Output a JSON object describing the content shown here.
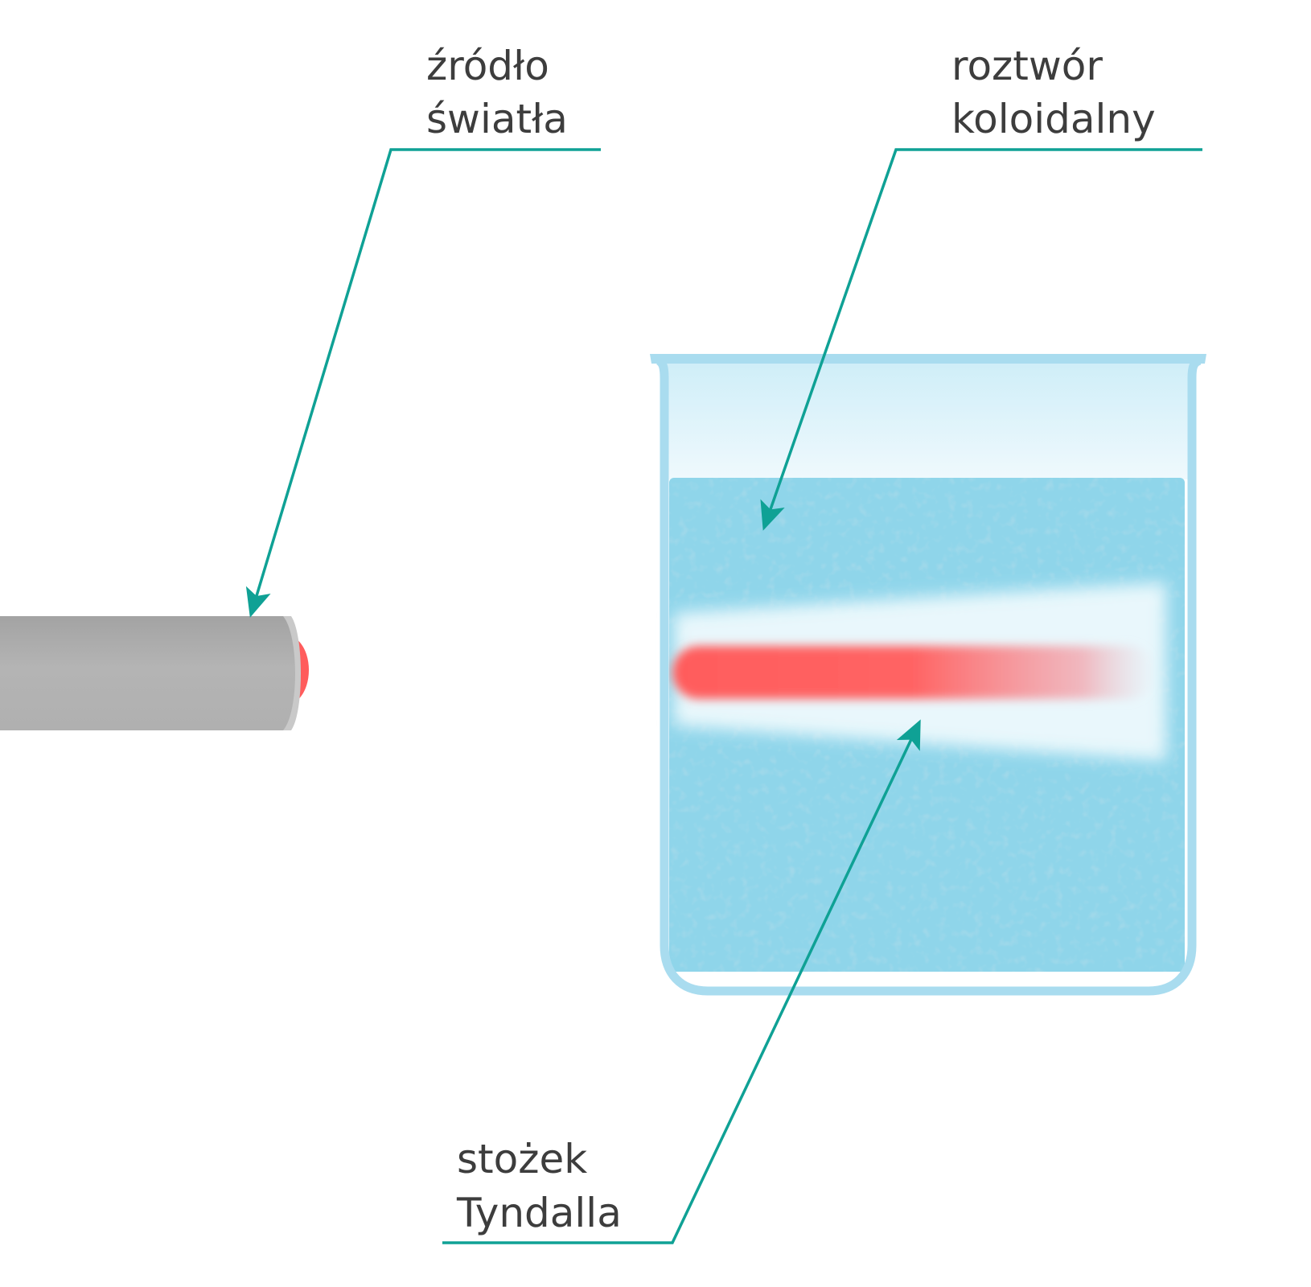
{
  "labels": {
    "light_source": {
      "line1": "źródło",
      "line2": "światła"
    },
    "colloid": {
      "line1": "roztwór",
      "line2": "koloidalny"
    },
    "tyndall": {
      "line1": "stożek",
      "line2": "Tyndalla"
    }
  },
  "colors": {
    "leader_line": "#0fa195",
    "label_text": "#3d3d3d",
    "beaker_glass": "#a9dcef",
    "liquid": "#8fd5ea",
    "light_beam": "#ff5c5c",
    "scatter_cone": "#eef9fd",
    "lamp_body": "#b2b2b2"
  }
}
